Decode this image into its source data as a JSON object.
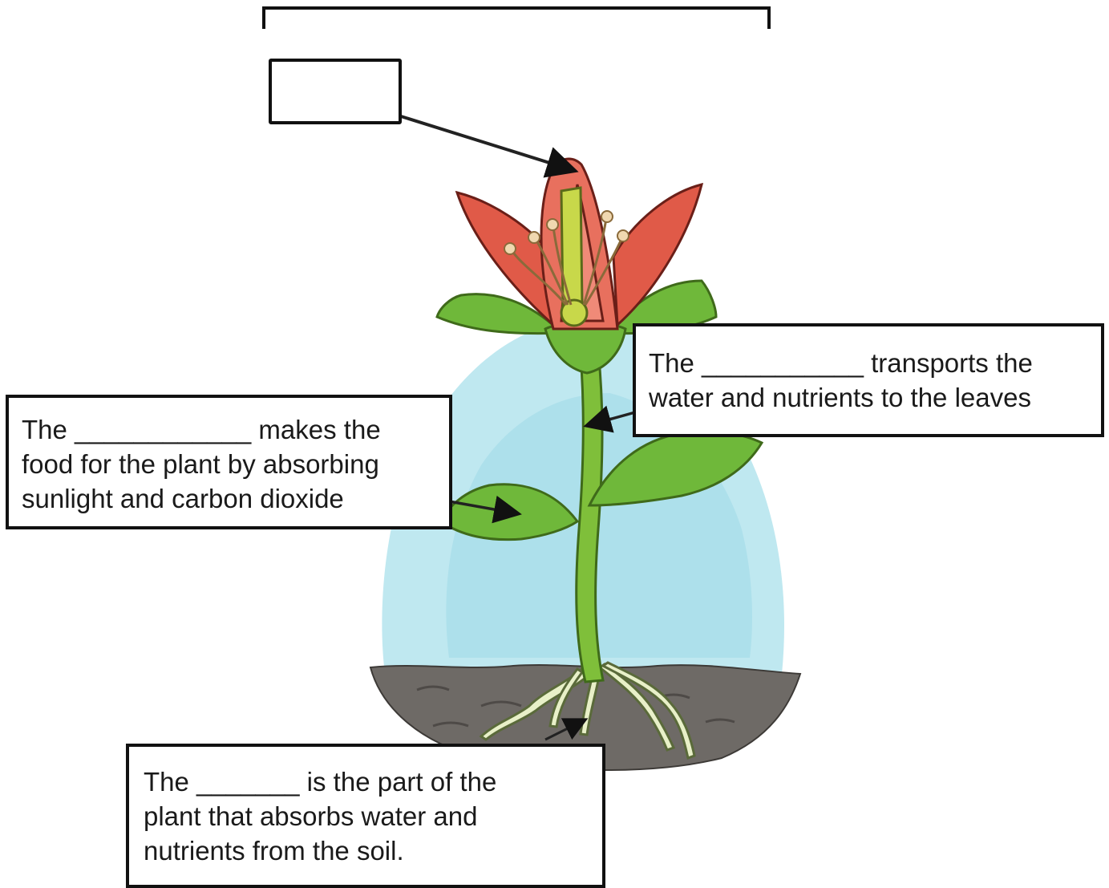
{
  "title_bracket": {
    "text": ""
  },
  "labels": {
    "flower": {
      "text": ""
    },
    "stem": {
      "text": "The ___________ transports the\nwater and nutrients to the leaves"
    },
    "leaf": {
      "text": "The ____________ makes the\nfood for the plant by absorbing\nsunlight and carbon dioxide"
    },
    "root": {
      "text": "The _______ is the part of the\nplant that absorbs water and\nnutrients from the soil."
    }
  },
  "colors": {
    "sky": "#bfe8f0",
    "sky_dark": "#9fd9e8",
    "soil": "#6e6a66",
    "stem": "#7fbf3a",
    "leaf": "#6fb83a",
    "petal": "#e05a48",
    "root": "#e8f0c8"
  },
  "icons": [
    "flower-illustration",
    "leaf-illustration",
    "root-illustration",
    "pointer-arrow-icon"
  ]
}
